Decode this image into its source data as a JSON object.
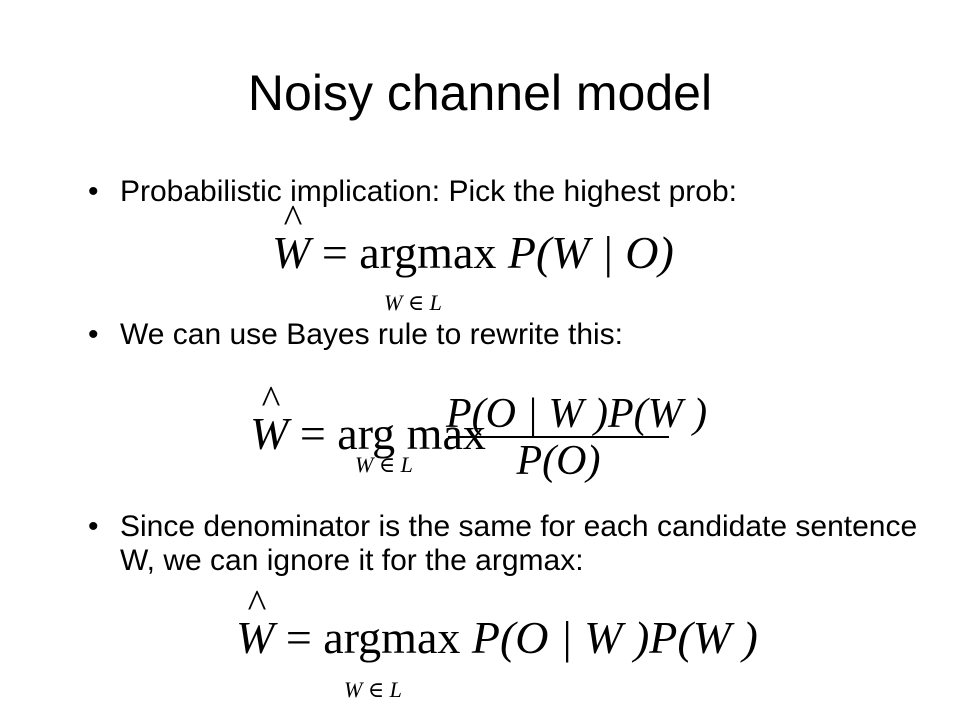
{
  "slide": {
    "title": "Noisy channel model",
    "bullet_symbol": "•",
    "bullets": [
      "Probabilistic implication: Pick the highest prob:",
      "We can use Bayes rule to rewrite this:",
      "Since denominator is the same for each candidate sentence W, we can ignore it for the argmax:"
    ],
    "equations": {
      "hat": "^",
      "lhs": "W",
      "equals_argmax": " = argmax ",
      "equals_arg_max": " = arg max",
      "subscript": "W ∈ L",
      "eq1_rhs": "P(W | O)",
      "eq2_numerator": "P(O | W )P(W )",
      "eq2_denominator": "P(O)",
      "eq3_rhs": "P(O | W )P(W )"
    }
  }
}
